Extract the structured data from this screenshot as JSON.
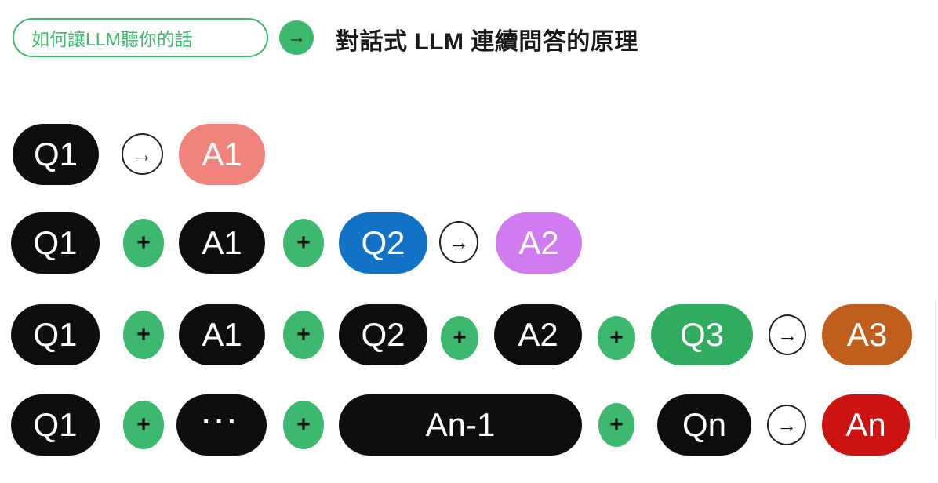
{
  "header": {
    "topic_label": "如何讓LLM聽你的話",
    "arrow_symbol": "→",
    "title": "對話式 LLM 連續問答的原理"
  },
  "colors": {
    "green": "#3CB96E",
    "qgreen": "#2FAC5F",
    "black": "#0E0E0E",
    "salmon": "#F0837B",
    "blue": "#1273C6",
    "violet": "#D07CF0",
    "orange": "#C05E1D",
    "red": "#CC1312",
    "ink": "#1A1A1A"
  },
  "rows": [
    {
      "name": "turn-1",
      "items": [
        {
          "kind": "node",
          "label": "Q1",
          "color": "black"
        },
        {
          "kind": "arrow",
          "symbol": "→"
        },
        {
          "kind": "node",
          "label": "A1",
          "color": "salmon"
        }
      ]
    },
    {
      "name": "turn-2",
      "items": [
        {
          "kind": "node",
          "label": "Q1",
          "color": "black"
        },
        {
          "kind": "plus",
          "symbol": "+"
        },
        {
          "kind": "node",
          "label": "A1",
          "color": "black"
        },
        {
          "kind": "plus",
          "symbol": "+"
        },
        {
          "kind": "node",
          "label": "Q2",
          "color": "blue"
        },
        {
          "kind": "arrow",
          "symbol": "→"
        },
        {
          "kind": "node",
          "label": "A2",
          "color": "violet"
        }
      ]
    },
    {
      "name": "turn-3",
      "items": [
        {
          "kind": "node",
          "label": "Q1",
          "color": "black"
        },
        {
          "kind": "plus",
          "symbol": "+"
        },
        {
          "kind": "node",
          "label": "A1",
          "color": "black"
        },
        {
          "kind": "plus",
          "symbol": "+"
        },
        {
          "kind": "node",
          "label": "Q2",
          "color": "black"
        },
        {
          "kind": "plus",
          "symbol": "+"
        },
        {
          "kind": "node",
          "label": "A2",
          "color": "black"
        },
        {
          "kind": "plus",
          "symbol": "+"
        },
        {
          "kind": "node",
          "label": "Q3",
          "color": "green"
        },
        {
          "kind": "arrow",
          "symbol": "→"
        },
        {
          "kind": "node",
          "label": "A3",
          "color": "orange"
        }
      ]
    },
    {
      "name": "turn-n",
      "items": [
        {
          "kind": "node",
          "label": "Q1",
          "color": "black"
        },
        {
          "kind": "plus",
          "symbol": "+"
        },
        {
          "kind": "node",
          "label": "···",
          "color": "black"
        },
        {
          "kind": "plus",
          "symbol": "+"
        },
        {
          "kind": "node",
          "label": "An-1",
          "color": "black"
        },
        {
          "kind": "plus",
          "symbol": "+"
        },
        {
          "kind": "node",
          "label": "Qn",
          "color": "black"
        },
        {
          "kind": "arrow",
          "symbol": "→"
        },
        {
          "kind": "node",
          "label": "An",
          "color": "red"
        }
      ]
    }
  ]
}
